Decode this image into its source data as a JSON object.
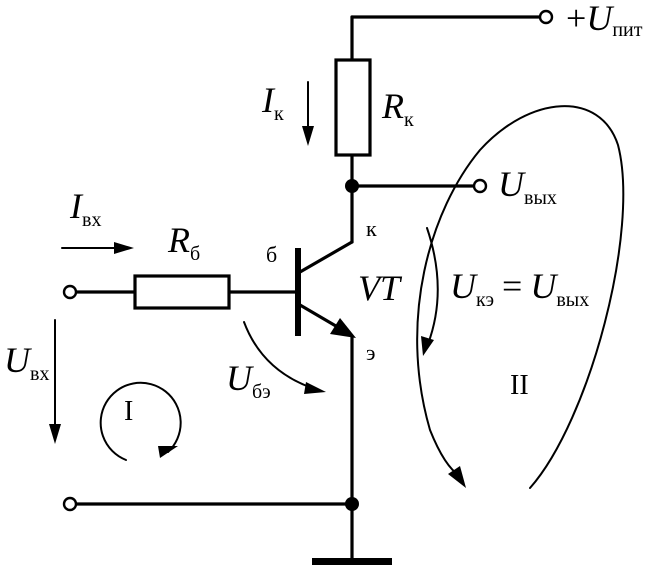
{
  "labels": {
    "supply_sign": "+",
    "supply_symbol": "U",
    "supply_sub": "пит",
    "collector_current_symbol": "I",
    "collector_current_sub": "к",
    "collector_resistor_symbol": "R",
    "collector_resistor_sub": "к",
    "output_symbol": "U",
    "output_sub": "вых",
    "input_current_symbol": "I",
    "input_current_sub": "вх",
    "base_resistor_symbol": "R",
    "base_resistor_sub": "б",
    "base_pin": "б",
    "collector_pin": "к",
    "emitter_pin": "э",
    "transistor": "VT",
    "vce_symbol": "U",
    "vce_sub": "кэ",
    "vce_equals": "=",
    "vce_out_symbol": "U",
    "vce_out_sub": "вых",
    "input_symbol": "U",
    "input_sub": "вх",
    "vbe_symbol": "U",
    "vbe_sub": "бэ",
    "loop_1": "I",
    "loop_2": "II"
  }
}
